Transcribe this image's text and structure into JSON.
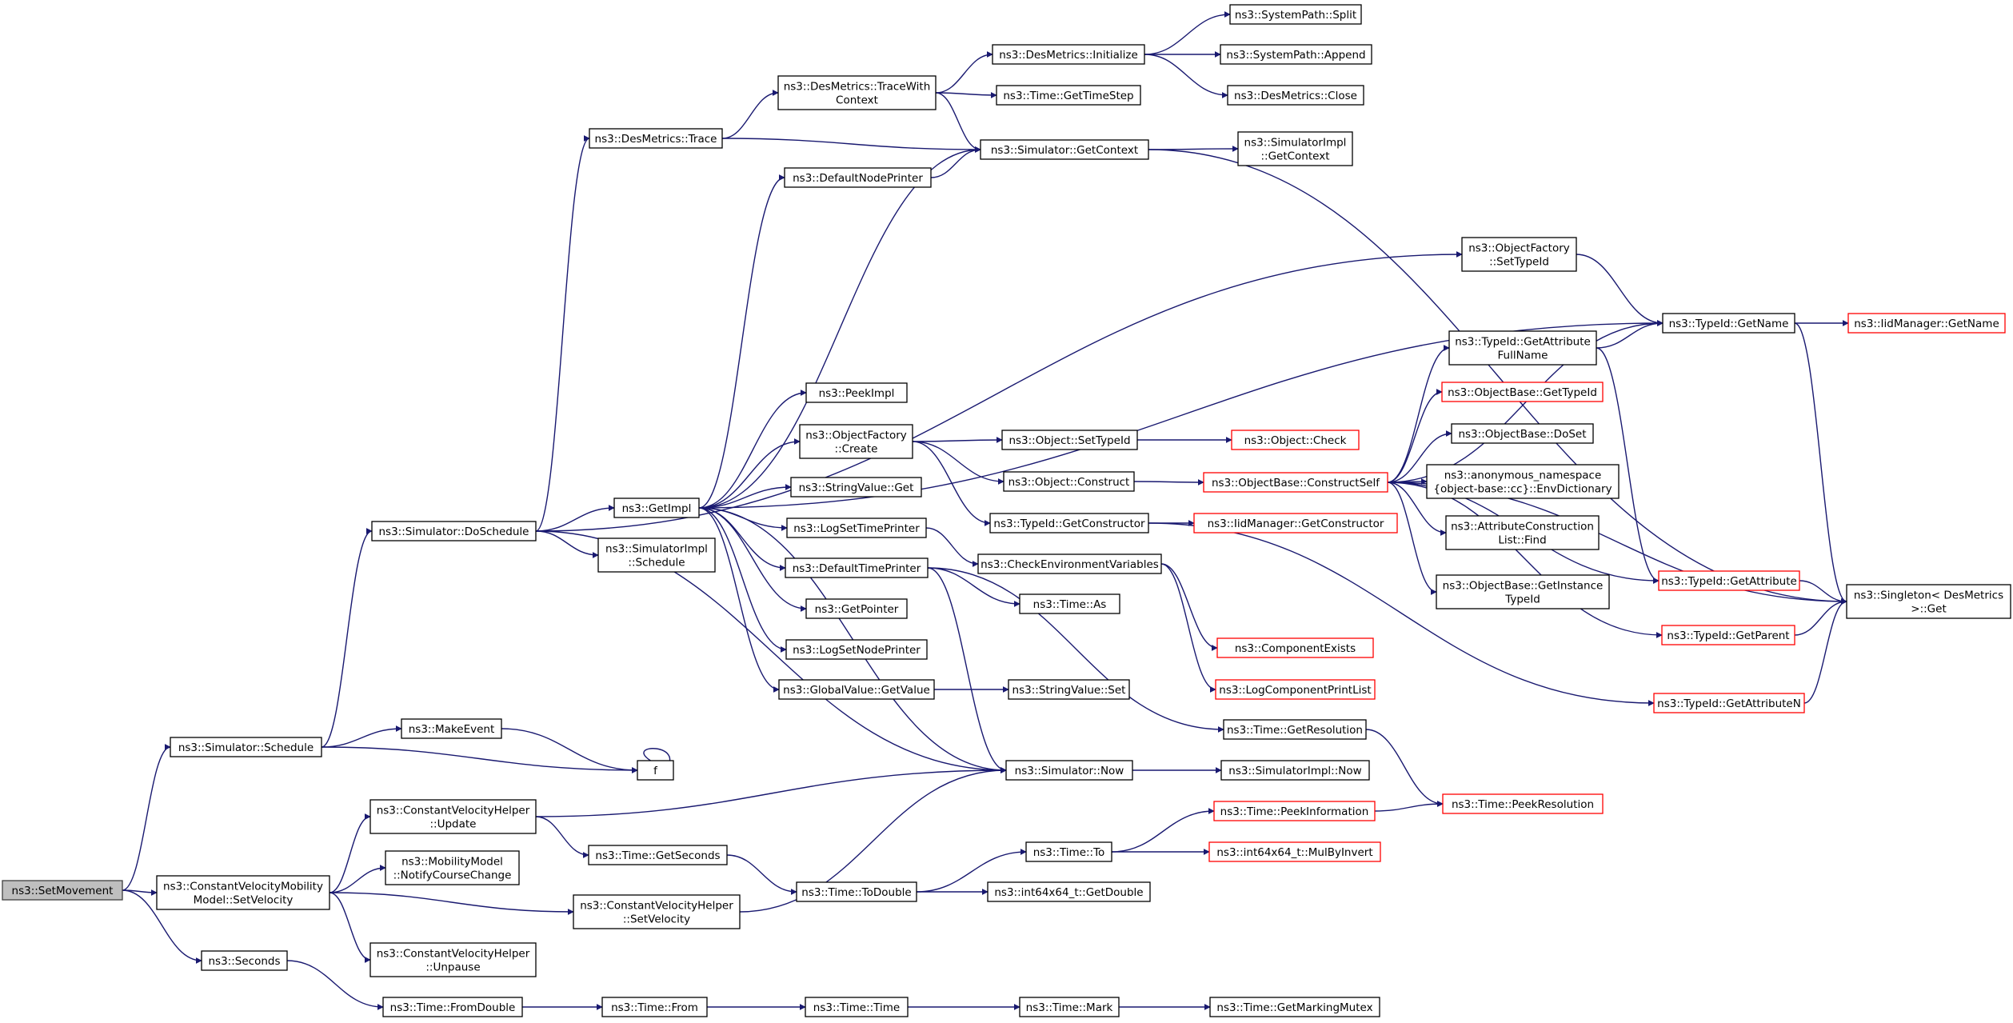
{
  "colors": {
    "edge": "#191970",
    "node_border": "#000000",
    "node_incomplete_border": "#ff0000",
    "root_fill": "#bfbfbf"
  },
  "nodes": {
    "root": {
      "lines": [
        "ns3::SetMovement"
      ]
    },
    "sim_schedule": {
      "lines": [
        "ns3::Simulator::Schedule"
      ]
    },
    "cvm_setvelocity": {
      "lines": [
        "ns3::ConstantVelocityMobility",
        "Model::SetVelocity"
      ]
    },
    "seconds": {
      "lines": [
        "ns3::Seconds"
      ]
    },
    "sim_doschedule": {
      "lines": [
        "ns3::Simulator::DoSchedule"
      ]
    },
    "makeevent": {
      "lines": [
        "ns3::MakeEvent"
      ]
    },
    "f": {
      "lines": [
        "f"
      ]
    },
    "cvh_update": {
      "lines": [
        "ns3::ConstantVelocityHelper",
        "::Update"
      ]
    },
    "mm_notify": {
      "lines": [
        "ns3::MobilityModel",
        "::NotifyCourseChange"
      ]
    },
    "cvh_unpause": {
      "lines": [
        "ns3::ConstantVelocityHelper",
        "::Unpause"
      ]
    },
    "time_fromdouble": {
      "lines": [
        "ns3::Time::FromDouble"
      ]
    },
    "desmetrics_trace": {
      "lines": [
        "ns3::DesMetrics::Trace"
      ]
    },
    "getimpl": {
      "lines": [
        "ns3::GetImpl"
      ]
    },
    "simimpl_schedule": {
      "lines": [
        "ns3::SimulatorImpl",
        "::Schedule"
      ]
    },
    "time_getseconds": {
      "lines": [
        "ns3::Time::GetSeconds"
      ]
    },
    "cvh_setvelocity": {
      "lines": [
        "ns3::ConstantVelocityHelper",
        "::SetVelocity"
      ]
    },
    "time_from": {
      "lines": [
        "ns3::Time::From"
      ]
    },
    "desmetrics_tracewith": {
      "lines": [
        "ns3::DesMetrics::TraceWith",
        "Context"
      ]
    },
    "defaultnodeprinter": {
      "lines": [
        "ns3::DefaultNodePrinter"
      ]
    },
    "peekimpl": {
      "lines": [
        "ns3::PeekImpl"
      ]
    },
    "of_create": {
      "lines": [
        "ns3::ObjectFactory",
        "::Create"
      ]
    },
    "stringvalue_get": {
      "lines": [
        "ns3::StringValue::Get"
      ]
    },
    "logsettimeprinter": {
      "lines": [
        "ns3::LogSetTimePrinter"
      ]
    },
    "defaulttimeprinter": {
      "lines": [
        "ns3::DefaultTimePrinter"
      ]
    },
    "getpointer": {
      "lines": [
        "ns3::GetPointer"
      ]
    },
    "logsetnodeprinter": {
      "lines": [
        "ns3::LogSetNodePrinter"
      ]
    },
    "globalvalue_getvalue": {
      "lines": [
        "ns3::GlobalValue::GetValue"
      ]
    },
    "time_todouble": {
      "lines": [
        "ns3::Time::ToDouble"
      ]
    },
    "time_time": {
      "lines": [
        "ns3::Time::Time"
      ]
    },
    "desmetrics_initialize": {
      "lines": [
        "ns3::DesMetrics::Initialize"
      ]
    },
    "time_gettimestep": {
      "lines": [
        "ns3::Time::GetTimeStep"
      ]
    },
    "sim_getcontext": {
      "lines": [
        "ns3::Simulator::GetContext"
      ]
    },
    "object_settypeid": {
      "lines": [
        "ns3::Object::SetTypeId"
      ]
    },
    "object_construct": {
      "lines": [
        "ns3::Object::Construct"
      ]
    },
    "typeid_getconstructor": {
      "lines": [
        "ns3::TypeId::GetConstructor"
      ]
    },
    "checkenvvars": {
      "lines": [
        "ns3::CheckEnvironmentVariables"
      ]
    },
    "time_as": {
      "lines": [
        "ns3::Time::As"
      ]
    },
    "stringvalue_set": {
      "lines": [
        "ns3::StringValue::Set"
      ]
    },
    "sim_now": {
      "lines": [
        "ns3::Simulator::Now"
      ]
    },
    "time_to": {
      "lines": [
        "ns3::Time::To"
      ]
    },
    "int64_getdouble": {
      "lines": [
        "ns3::int64x64_t::GetDouble"
      ]
    },
    "time_mark": {
      "lines": [
        "ns3::Time::Mark"
      ]
    },
    "systempath_split": {
      "lines": [
        "ns3::SystemPath::Split"
      ]
    },
    "systempath_append": {
      "lines": [
        "ns3::SystemPath::Append"
      ]
    },
    "desmetrics_close": {
      "lines": [
        "ns3::DesMetrics::Close"
      ]
    },
    "simimpl_getcontext": {
      "lines": [
        "ns3::SimulatorImpl",
        "::GetContext"
      ]
    },
    "object_check": {
      "lines": [
        "ns3::Object::Check"
      ]
    },
    "objectbase_constructself": {
      "lines": [
        "ns3::ObjectBase::ConstructSelf"
      ]
    },
    "iidmanager_getconstructor": {
      "lines": [
        "ns3::IidManager::GetConstructor"
      ]
    },
    "componentexists": {
      "lines": [
        "ns3::ComponentExists"
      ]
    },
    "logcomponentprintlist": {
      "lines": [
        "ns3::LogComponentPrintList"
      ]
    },
    "time_getresolution": {
      "lines": [
        "ns3::Time::GetResolution"
      ]
    },
    "simimpl_now": {
      "lines": [
        "ns3::SimulatorImpl::Now"
      ]
    },
    "time_peekinformation": {
      "lines": [
        "ns3::Time::PeekInformation"
      ]
    },
    "int64_mulbyinvert": {
      "lines": [
        "ns3::int64x64_t::MulByInvert"
      ]
    },
    "time_getmarkingmutex": {
      "lines": [
        "ns3::Time::GetMarkingMutex"
      ]
    },
    "of_settypeid": {
      "lines": [
        "ns3::ObjectFactory",
        "::SetTypeId"
      ]
    },
    "typeid_getattrfullname": {
      "lines": [
        "ns3::TypeId::GetAttribute",
        "FullName"
      ]
    },
    "objectbase_gettypeid": {
      "lines": [
        "ns3::ObjectBase::GetTypeId"
      ]
    },
    "objectbase_doset": {
      "lines": [
        "ns3::ObjectBase::DoSet"
      ]
    },
    "anon_envdictionary": {
      "lines": [
        "ns3::anonymous_namespace",
        "{object-base::cc}::EnvDictionary"
      ]
    },
    "attrconstructionlist_find": {
      "lines": [
        "ns3::AttributeConstruction",
        "List::Find"
      ]
    },
    "objectbase_getinstancetypeid": {
      "lines": [
        "ns3::ObjectBase::GetInstance",
        "TypeId"
      ]
    },
    "time_peekresolution": {
      "lines": [
        "ns3::Time::PeekResolution"
      ]
    },
    "typeid_getname": {
      "lines": [
        "ns3::TypeId::GetName"
      ]
    },
    "typeid_getattribute": {
      "lines": [
        "ns3::TypeId::GetAttribute"
      ]
    },
    "typeid_getparent": {
      "lines": [
        "ns3::TypeId::GetParent"
      ]
    },
    "typeid_getattributen": {
      "lines": [
        "ns3::TypeId::GetAttributeN"
      ]
    },
    "iidmanager_getname": {
      "lines": [
        "ns3::IidManager::GetName"
      ]
    },
    "singleton_get": {
      "lines": [
        "ns3::Singleton< DesMetrics",
        " >::Get"
      ]
    }
  }
}
